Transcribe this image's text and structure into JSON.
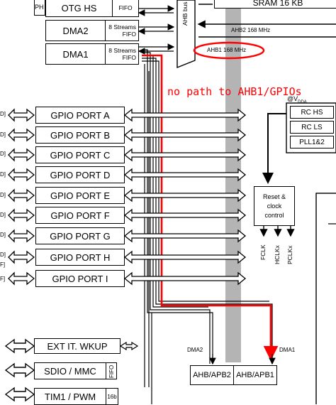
{
  "masters": {
    "otg_hs": {
      "label": "OTG HS",
      "fifo": "FIFO"
    },
    "dma2": {
      "label": "DMA2",
      "fifo_line1": "8 Streams",
      "fifo_line2": "FIFO"
    },
    "dma1": {
      "label": "DMA1",
      "fifo_line1": "8 Streams",
      "fifo_line2": "FIFO"
    },
    "edge_label": "PH"
  },
  "buses": {
    "sram": "SRAM 16 KB",
    "ahb2": "AHB2 168 MHz",
    "ahb1": "AHB1 168 MHz",
    "ahb_bus_vertical": "AHB bus"
  },
  "annotation": {
    "text": "no path to AHB1/GPIOs",
    "color": "#ff0000"
  },
  "gpio_ports": [
    "GPIO PORT A",
    "GPIO PORT B",
    "GPIO PORT C",
    "GPIO PORT D",
    "GPIO PORT E",
    "GPIO PORT F",
    "GPIO PORT G",
    "GPIO PORT H",
    "GPIO PORT I"
  ],
  "left_edge_marks": [
    "D]",
    "D]",
    "D]",
    "D]",
    "D]",
    "D]",
    "D]",
    "D]",
    "F]",
    "F]"
  ],
  "clocks": {
    "vdda": "@V",
    "vdda_sub": "DDA",
    "items": [
      "RC HS",
      "RC LS",
      "PLL1&2"
    ],
    "reset": {
      "line1": "Reset &",
      "line2": "clock",
      "line3": "control"
    },
    "outputs": [
      "FCLK",
      "HCLKx",
      "PCLKx"
    ]
  },
  "peripherals": {
    "ext_it": "EXT IT. WKUP",
    "sdio": "SDIO / MMC",
    "sdio_fifo": "FIFO",
    "tim1": "TIM1 / PWM",
    "tim1_bits": "16b"
  },
  "bridges": {
    "apb2": "AHB/APB2",
    "apb1": "AHB/APB1",
    "dma2_label": "DMA2",
    "dma1_label": "DMA1"
  },
  "colors": {
    "highlight": "#ff0000",
    "bus_gray": "#b4b4b4",
    "line": "#000000"
  }
}
